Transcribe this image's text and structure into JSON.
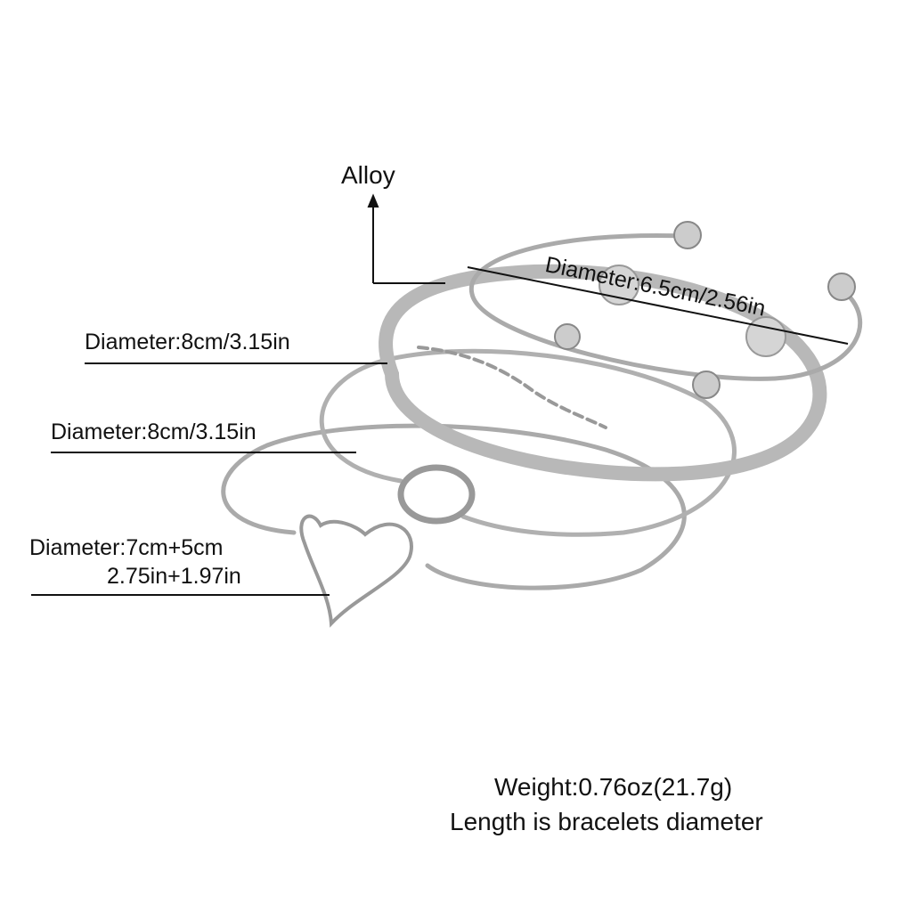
{
  "labels": {
    "material": "Alloy",
    "bangle_diameter": "Diameter:6.5cm/2.56in",
    "cuff_diameter": "Diameter:8cm/3.15in",
    "knot_diameter": "Diameter:8cm/3.15in",
    "heart_diameter_cm": "Diameter:7cm+5cm",
    "heart_diameter_in": "2.75in+1.97in",
    "weight": "Weight:0.76oz(21.7g)",
    "note": "Length is bracelets diameter"
  },
  "colors": {
    "silver": "#b8b8b8",
    "silver_dark": "#8a8a8a",
    "text": "#111111"
  }
}
